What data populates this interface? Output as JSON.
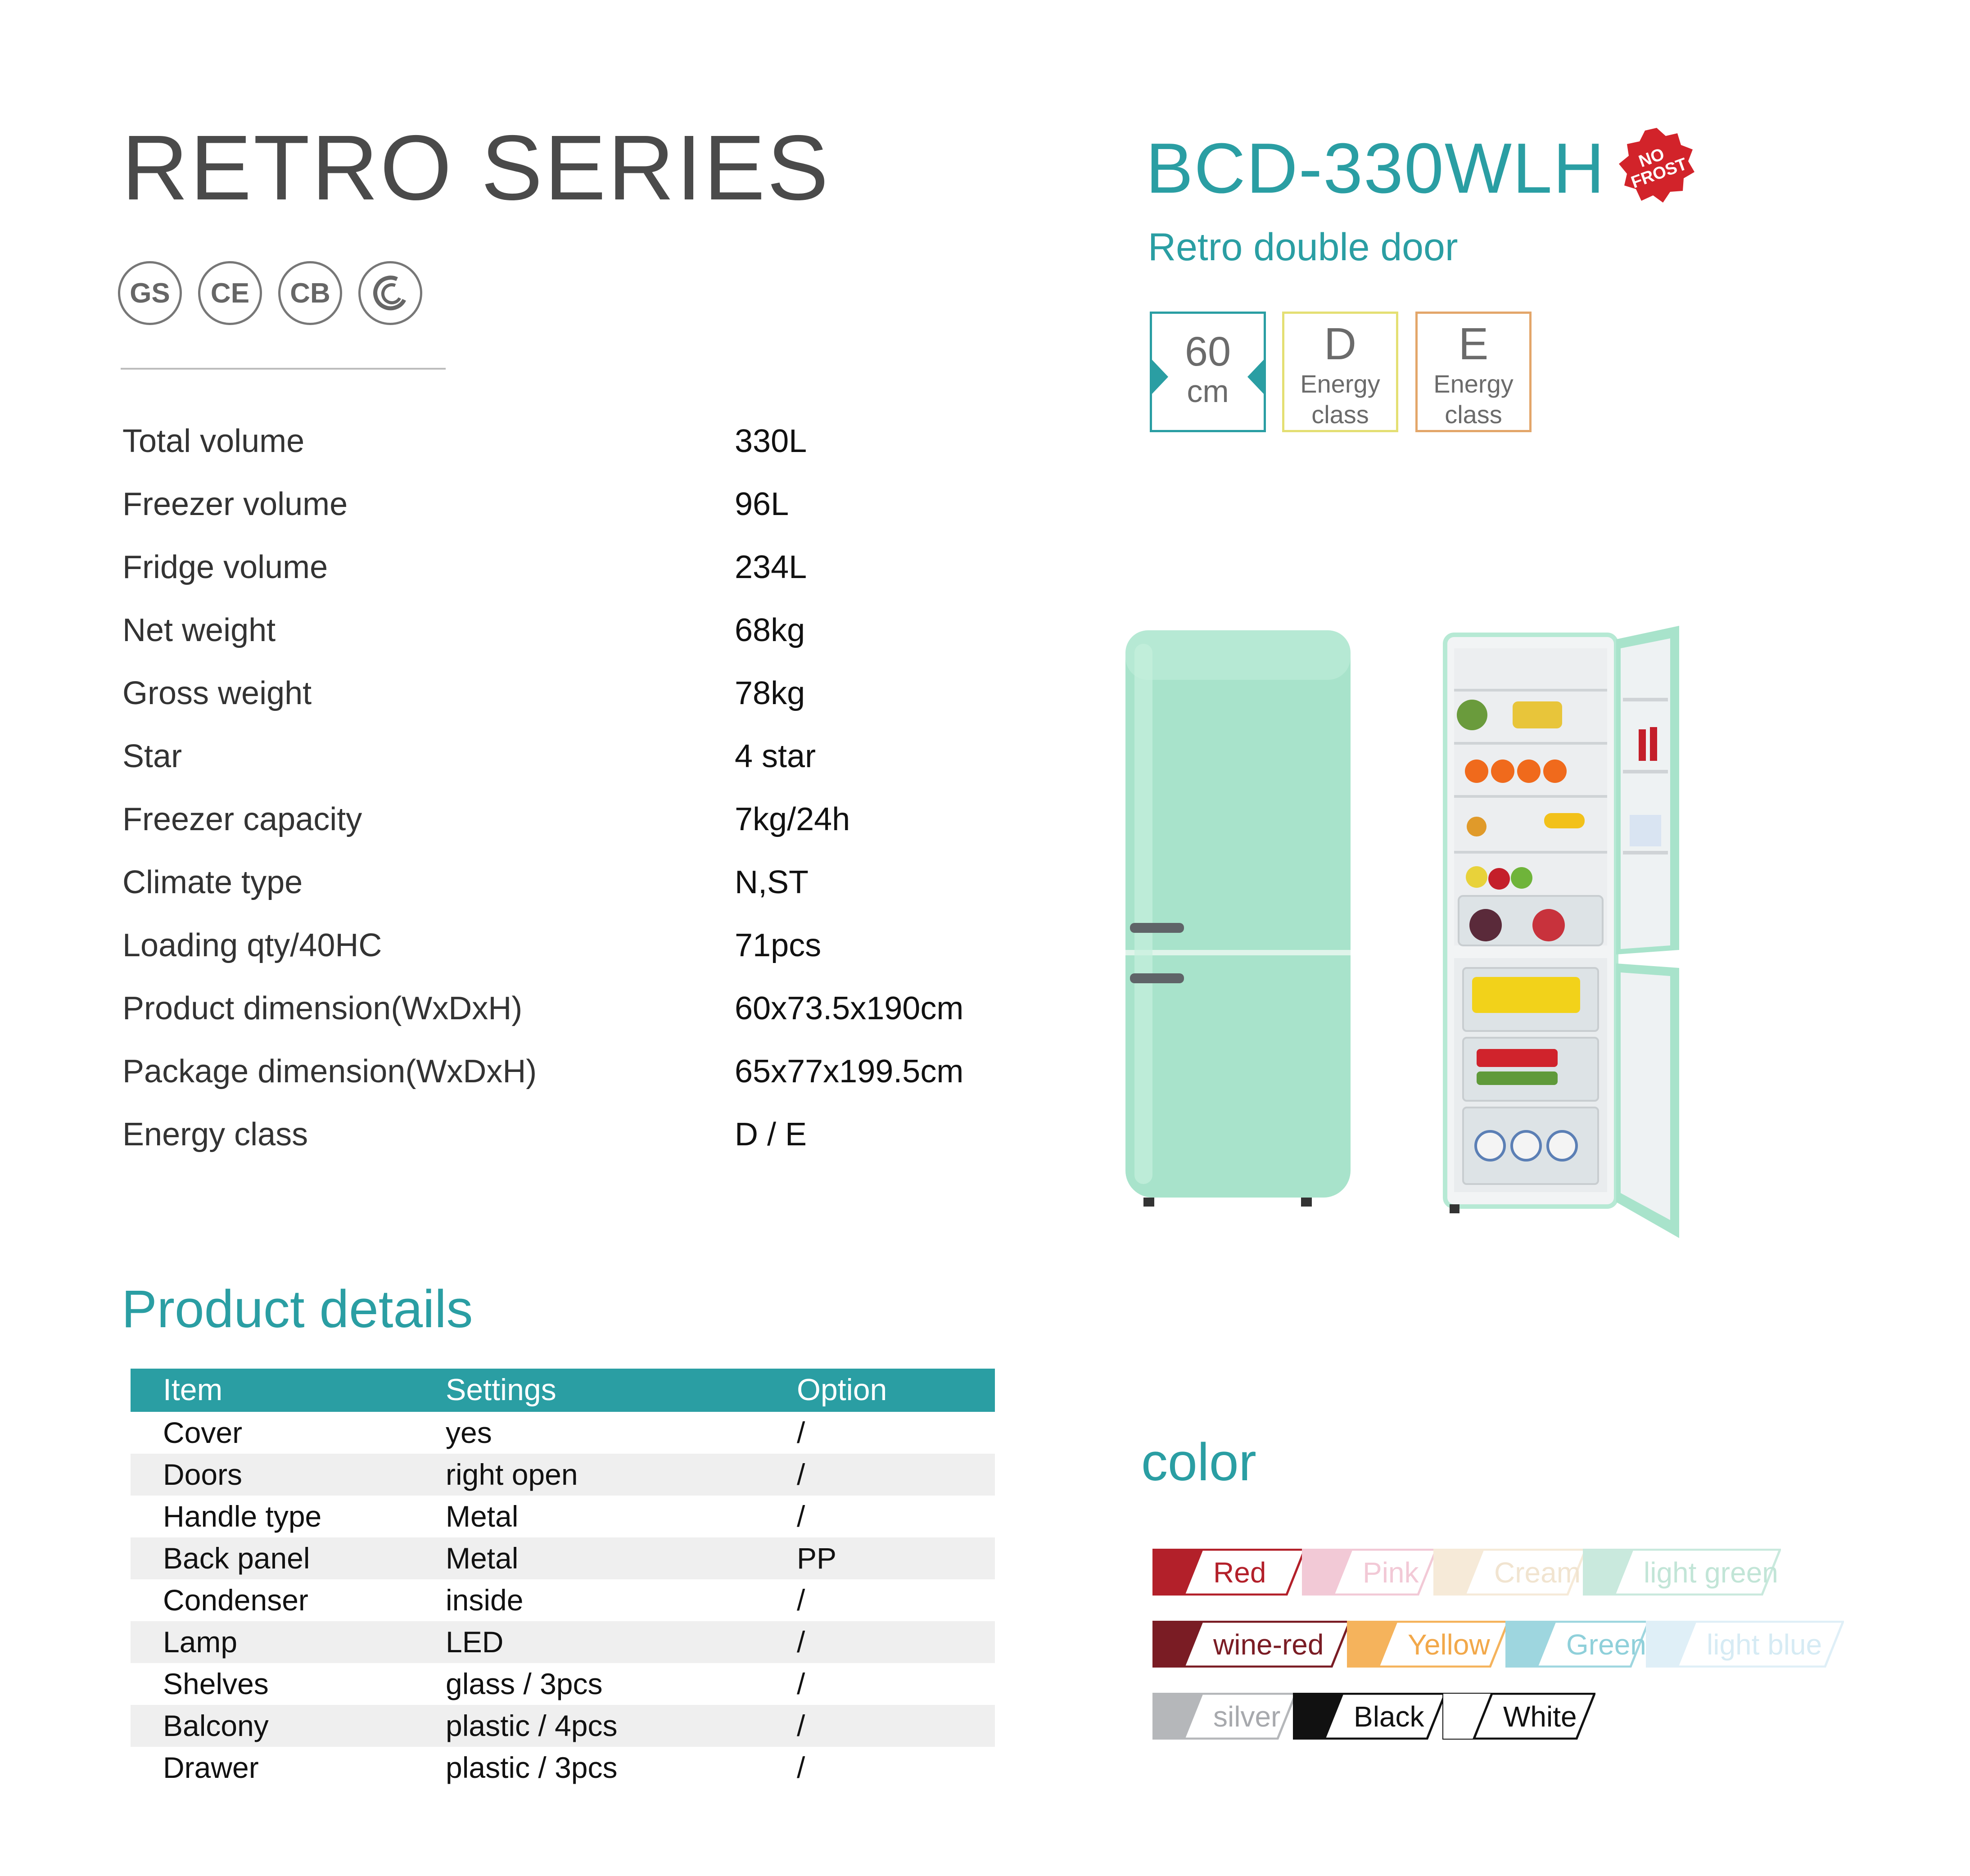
{
  "series_title": "RETRO SERIES",
  "certifications": [
    {
      "name": "gs-mark-icon",
      "text": "GS"
    },
    {
      "name": "ce-mark-icon",
      "text": "CE"
    },
    {
      "name": "cb-mark-icon",
      "text": "CB"
    },
    {
      "name": "crescent-mark-icon",
      "text": ""
    }
  ],
  "specs": [
    {
      "key": "Total volume",
      "value": "330L"
    },
    {
      "key": "Freezer volume",
      "value": "96L"
    },
    {
      "key": "Fridge volume",
      "value": "234L"
    },
    {
      "key": "Net weight",
      "value": "68kg"
    },
    {
      "key": "Gross weight",
      "value": "78kg"
    },
    {
      "key": "Star",
      "value": "4 star"
    },
    {
      "key": "Freezer capacity",
      "value": "7kg/24h"
    },
    {
      "key": "Climate type",
      "value": "N,ST"
    },
    {
      "key": "Loading qty/40HC",
      "value": "71pcs"
    },
    {
      "key": "Product dimension(WxDxH)",
      "value": "60x73.5x190cm"
    },
    {
      "key": "Package dimension(WxDxH)",
      "value": "65x77x199.5cm"
    },
    {
      "key": "Energy class",
      "value": "D / E"
    }
  ],
  "product_details": {
    "title": "Product details",
    "headers": {
      "item": "Item",
      "settings": "Settings",
      "option": "Option"
    },
    "rows": [
      {
        "item": "Cover",
        "settings": "yes",
        "option": "/"
      },
      {
        "item": "Doors",
        "settings": "right open",
        "option": "/"
      },
      {
        "item": "Handle type",
        "settings": "Metal",
        "option": "/"
      },
      {
        "item": "Back panel",
        "settings": "Metal",
        "option": "PP"
      },
      {
        "item": "Condenser",
        "settings": "inside",
        "option": "/"
      },
      {
        "item": "Lamp",
        "settings": "LED",
        "option": "/"
      },
      {
        "item": "Shelves",
        "settings": "glass / 3pcs",
        "option": "/"
      },
      {
        "item": "Balcony",
        "settings": "plastic / 4pcs",
        "option": "/"
      },
      {
        "item": "Drawer",
        "settings": "plastic / 3pcs",
        "option": "/"
      }
    ]
  },
  "model": {
    "name": "BCD-330WLH",
    "badge_line1": "NO",
    "badge_line2": "FROST",
    "subtitle": "Retro double door"
  },
  "badges": {
    "width": {
      "num": "60",
      "unit": "cm"
    },
    "energy1": {
      "letter": "D",
      "line1": "Energy",
      "line2": "class"
    },
    "energy2": {
      "letter": "E",
      "line1": "Energy",
      "line2": "class"
    }
  },
  "colors": {
    "title": "color",
    "items": [
      {
        "label": "Red",
        "color": "#b3202a",
        "text_color": "#b3202a"
      },
      {
        "label": "Pink",
        "color": "#f2c9d6",
        "text_color": "#f2c9d6"
      },
      {
        "label": "Cream",
        "color": "#f6ead8",
        "text_color": "#f1e4d0"
      },
      {
        "label": "light green",
        "color": "#c9e9dd",
        "text_color": "#c2e5d7"
      },
      {
        "label": "wine-red",
        "color": "#7a1c24",
        "text_color": "#7a1c24"
      },
      {
        "label": "Yellow",
        "color": "#f5b35c",
        "text_color": "#f2a84a"
      },
      {
        "label": "Green",
        "color": "#9ed6df",
        "text_color": "#8fd0da"
      },
      {
        "label": "light blue",
        "color": "#dfeff7",
        "text_color": "#d6ebf4"
      },
      {
        "label": "silver",
        "color": "#b5b7ba",
        "text_color": "#a7a9ad"
      },
      {
        "label": "Black",
        "color": "#111111",
        "text_color": "#111111"
      },
      {
        "label": "White",
        "color": "#ffffff",
        "text_color": "#111111"
      }
    ]
  },
  "fridge_color": "#a8e3cb",
  "accent": "#2a9ea3"
}
